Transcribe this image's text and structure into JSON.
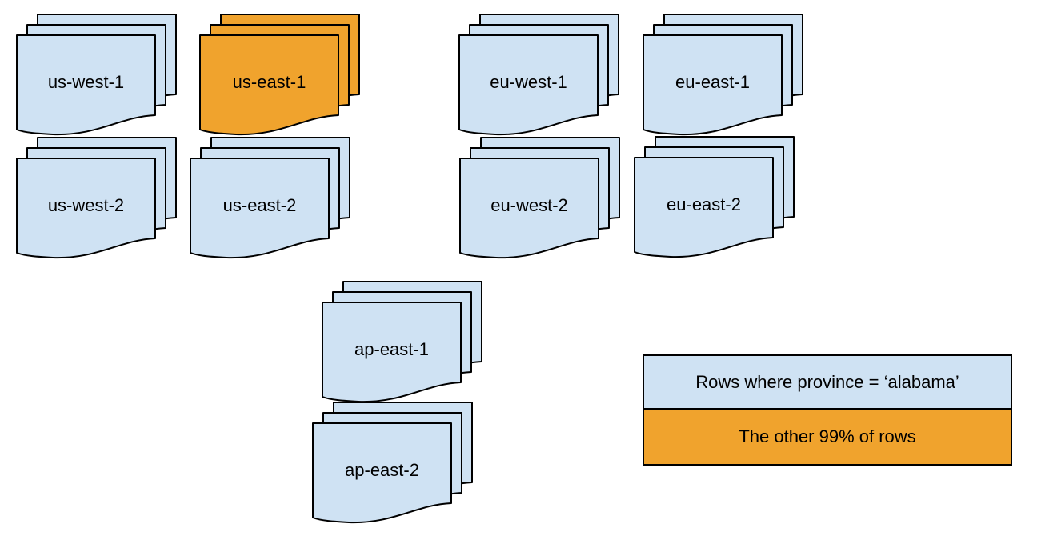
{
  "stacks": [
    {
      "id": "us-west-1",
      "label": "us-west-1",
      "highlighted": false,
      "fill": "#CFE2F3"
    },
    {
      "id": "us-east-1",
      "label": "us-east-1",
      "highlighted": true,
      "fill": "#F0A32D"
    },
    {
      "id": "eu-west-1",
      "label": "eu-west-1",
      "highlighted": false,
      "fill": "#CFE2F3"
    },
    {
      "id": "eu-east-1",
      "label": "eu-east-1",
      "highlighted": false,
      "fill": "#CFE2F3"
    },
    {
      "id": "us-west-2",
      "label": "us-west-2",
      "highlighted": false,
      "fill": "#CFE2F3"
    },
    {
      "id": "us-east-2",
      "label": "us-east-2",
      "highlighted": false,
      "fill": "#CFE2F3"
    },
    {
      "id": "eu-west-2",
      "label": "eu-west-2",
      "highlighted": false,
      "fill": "#CFE2F3"
    },
    {
      "id": "eu-east-2",
      "label": "eu-east-2",
      "highlighted": false,
      "fill": "#CFE2F3"
    },
    {
      "id": "ap-east-1",
      "label": "ap-east-1",
      "highlighted": false,
      "fill": "#CFE2F3"
    },
    {
      "id": "ap-east-2",
      "label": "ap-east-2",
      "highlighted": false,
      "fill": "#CFE2F3"
    }
  ],
  "legend": {
    "rows": [
      {
        "label": "Rows where province = ‘alabama’",
        "fill": "#CFE2F3"
      },
      {
        "label": "The other 99% of rows",
        "fill": "#F0A32D"
      }
    ]
  },
  "colors": {
    "document_fill": "#CFE2F3",
    "highlight_fill": "#F0A32D",
    "stroke": "#000000",
    "background": "#FFFFFF"
  }
}
